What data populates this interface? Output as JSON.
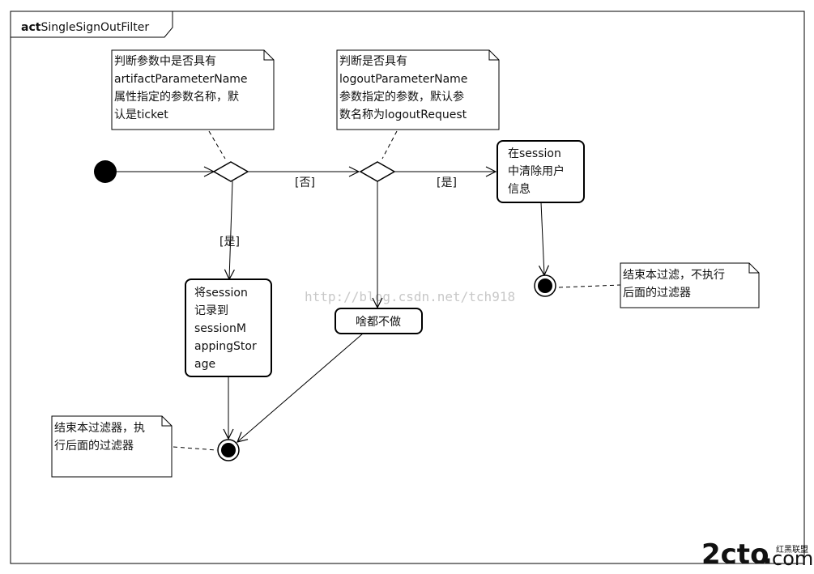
{
  "frame": {
    "keyword": "act",
    "name": "SingleSignOutFilter"
  },
  "notes": {
    "note1": [
      "判断参数中是否具有",
      "artifactParameterName",
      "属性指定的参数名称，默",
      "认是ticket"
    ],
    "note2": [
      "判断是否具有",
      "logoutParameterName",
      "参数指定的参数，默认参",
      "数名称为logoutRequest"
    ],
    "note3": [
      "结束本过滤，不执行",
      "后面的过滤器"
    ],
    "note4": [
      "结束本过滤器，执",
      "行后面的过滤器"
    ]
  },
  "actions": {
    "clear_session": [
      "在session",
      "中清除用户",
      "信息"
    ],
    "record_session": [
      "将session",
      "记录到",
      "sessionM",
      "appingStor",
      "age"
    ],
    "do_nothing": [
      "啥都不做"
    ]
  },
  "guards": {
    "no": "[否]",
    "yes_right": "[是]",
    "yes_down": "[是]"
  },
  "watermark": "http://blog.csdn.net/tch918",
  "logo": {
    "main": "2cto",
    "dot": ".",
    "suffix": "com",
    "tag": "红黑联盟"
  },
  "colors": {
    "stroke": "#000000",
    "logo_red": "#cc1a1a",
    "watermark": "#c8c8c8"
  }
}
